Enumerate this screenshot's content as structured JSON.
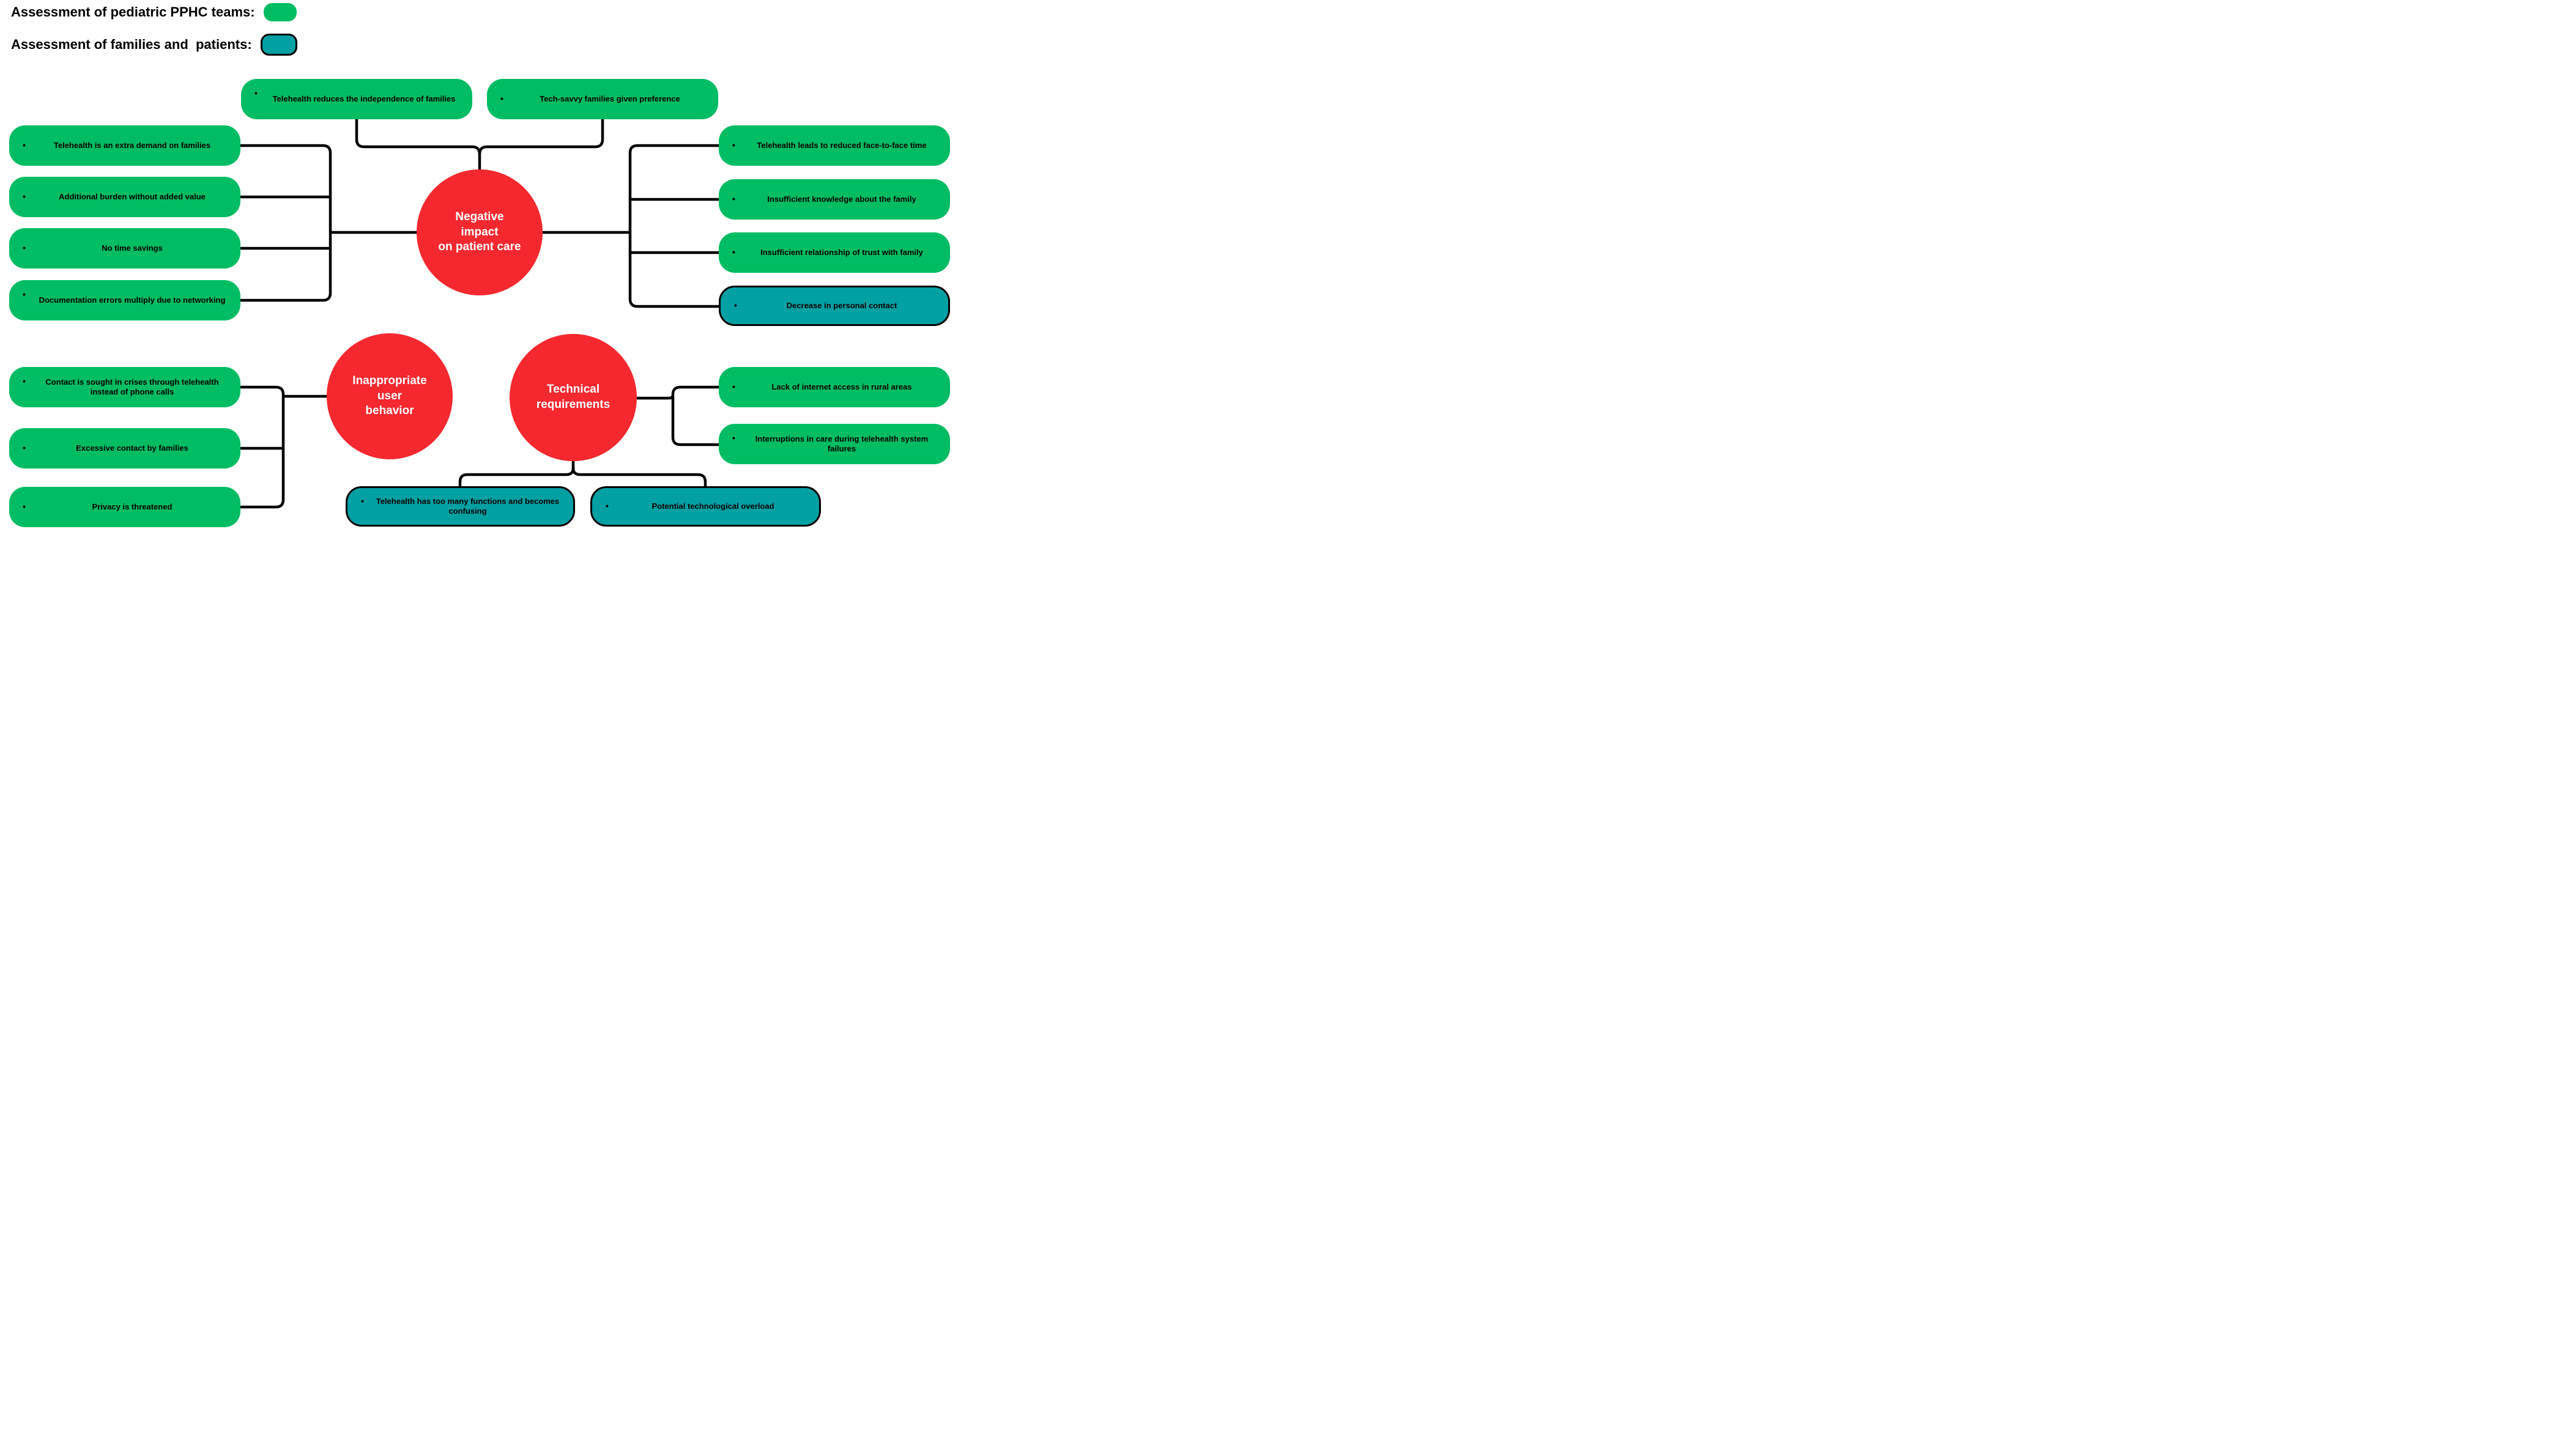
{
  "glyphs": {
    "bullet": "•"
  },
  "colors": {
    "team_green": "#00BC62",
    "family_teal": "#00A0A3",
    "node_red": "#F5282F",
    "line_black": "#000000"
  },
  "legend": {
    "items": [
      {
        "label": "Assessment of pediatric PPHC teams:",
        "type": "team"
      },
      {
        "label": "Assessment of families and  patients:",
        "type": "family"
      }
    ]
  },
  "circles": [
    {
      "id": "negative-impact-on-patient-care",
      "lines": [
        "Negative",
        "impact",
        "on patient care"
      ]
    },
    {
      "id": "inappropriate-user-behavior",
      "lines": [
        "Inappropriate",
        "user",
        "behavior"
      ]
    },
    {
      "id": "technical-requirements",
      "lines": [
        "Technical",
        "requirements"
      ]
    }
  ],
  "boxes": {
    "top": [
      {
        "label": "Telehealth reduces the independence of families",
        "type": "team"
      },
      {
        "label": "Tech-savvy families given preference",
        "type": "team"
      }
    ],
    "left": [
      {
        "label": "Telehealth is an extra demand on families",
        "type": "team"
      },
      {
        "label": "Additional burden without added value",
        "type": "team"
      },
      {
        "label": "No time savings",
        "type": "team"
      },
      {
        "label": "Documentation errors multiply due to networking",
        "type": "team"
      }
    ],
    "right": [
      {
        "label": "Telehealth leads to reduced face-to-face time",
        "type": "team"
      },
      {
        "label": "Insufficient knowledge about the family",
        "type": "team"
      },
      {
        "label": "Insufficient relationship of trust with family",
        "type": "team"
      },
      {
        "label": "Decrease in personal contact",
        "type": "family"
      }
    ],
    "bottom_left": [
      {
        "label": "Contact is sought in crises through telehealth instead of phone calls",
        "type": "team"
      },
      {
        "label": "Excessive contact by families",
        "type": "team"
      },
      {
        "label": "Privacy is threatened",
        "type": "team"
      }
    ],
    "bottom_right": [
      {
        "label": "Lack of internet access in rural areas",
        "type": "team"
      },
      {
        "label": "Interruptions in care during telehealth system failures",
        "type": "team"
      }
    ],
    "bottom_center": [
      {
        "label": "Telehealth has too many functions and becomes confusing",
        "type": "family"
      },
      {
        "label": "Potential technological overload",
        "type": "family"
      }
    ]
  }
}
